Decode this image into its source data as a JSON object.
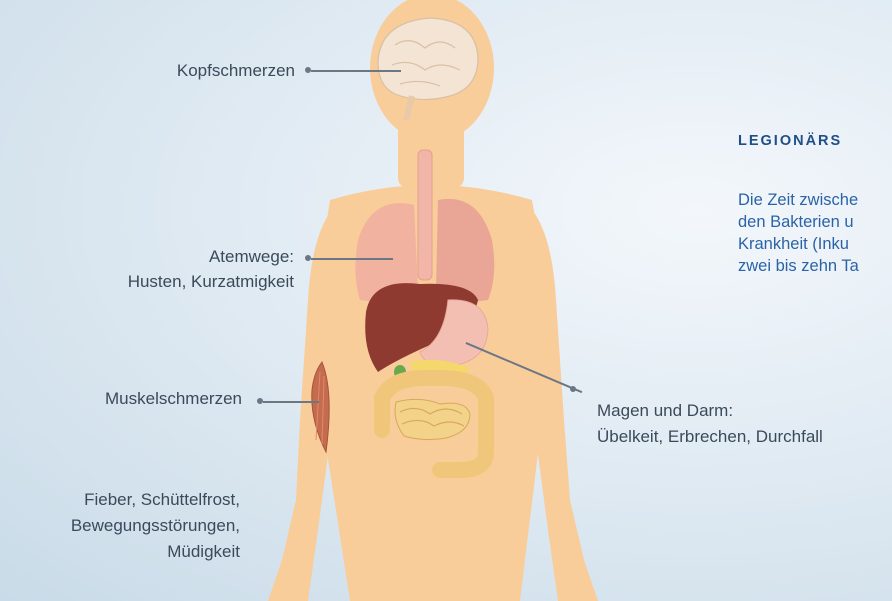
{
  "labels": {
    "head": "Kopfschmerzen",
    "airways_1": "Atemwege:",
    "airways_2": "Husten, Kurzatmigkeit",
    "muscle": "Muskelschmerzen",
    "general_1": "Fieber, Schüttelfrost,",
    "general_2": "Bewegungsstörungen,",
    "general_3": "Müdigkeit",
    "gut_1": "Magen und Darm:",
    "gut_2": "Übelkeit, Erbrechen, Durchfall"
  },
  "info": {
    "heading": "LEGIONÄRS",
    "lines": [
      "Die Zeit zwische",
      "den Bakterien u",
      "Krankheit (Inku",
      "zwei bis zehn Ta"
    ]
  },
  "colors": {
    "skin": "#f8cd9a",
    "brain": "#f3e4d3",
    "lung": "#f1b2a0",
    "liver": "#8e3a30",
    "stomach": "#f4bfb3",
    "intestine": "#f0c77a",
    "muscle": "#c56b4e",
    "heading": "#1f4f86",
    "info_text": "#2a63a8",
    "label_text": "#3b4a5a"
  }
}
